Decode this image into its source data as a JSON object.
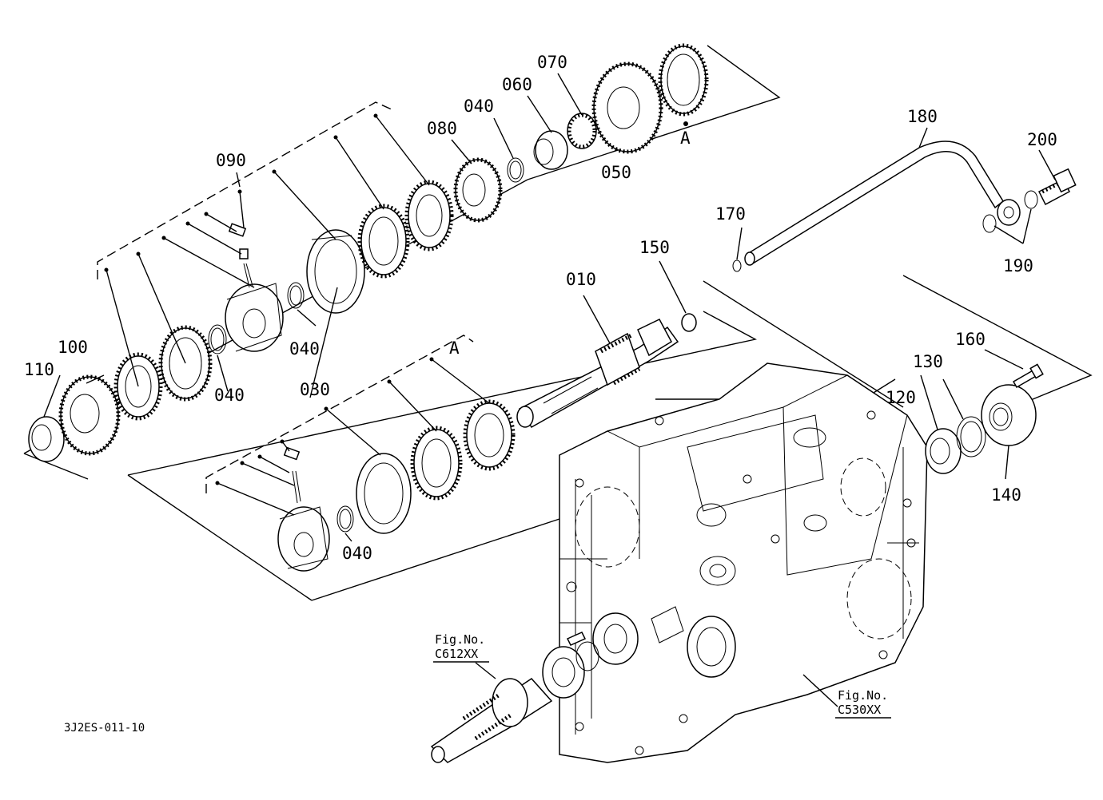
{
  "diagram_id": "3J2ES-011-10",
  "callouts": {
    "c010": "010",
    "c030": "030",
    "c040a": "040",
    "c040b": "040",
    "c040c": "040",
    "c040d": "040",
    "c050": "050",
    "c060": "060",
    "c070": "070",
    "c080": "080",
    "c090": "090",
    "c100": "100",
    "c110": "110",
    "c120": "120",
    "c130": "130",
    "c140": "140",
    "c150": "150",
    "c160": "160",
    "c170": "170",
    "c180": "180",
    "c190": "190",
    "c200": "200"
  },
  "section_marks": {
    "upper": "A",
    "lower": "A"
  },
  "references": {
    "shaft": {
      "line1": "Fig.No.",
      "line2": "C612XX"
    },
    "housing": {
      "line1": "Fig.No.",
      "line2": "C530XX"
    }
  }
}
